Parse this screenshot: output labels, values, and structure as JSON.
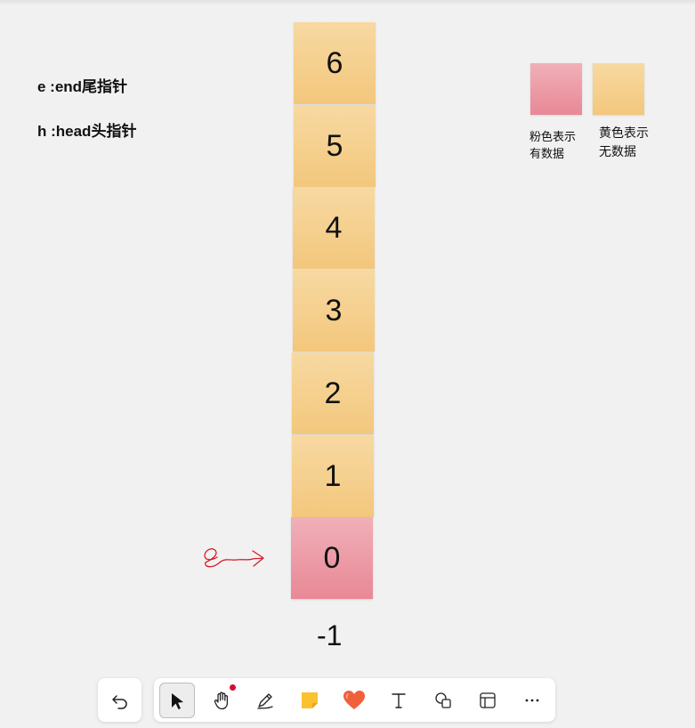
{
  "labels": {
    "end": "e :end尾指针",
    "head": "h :head头指针"
  },
  "stack": [
    {
      "value": "6",
      "state": "empty"
    },
    {
      "value": "5",
      "state": "empty"
    },
    {
      "value": "4",
      "state": "empty"
    },
    {
      "value": "3",
      "state": "empty"
    },
    {
      "value": "2",
      "state": "empty"
    },
    {
      "value": "1",
      "state": "empty"
    },
    {
      "value": "0",
      "state": "filled"
    }
  ],
  "below_label": "-1",
  "legend": {
    "pink_line1": "粉色表示",
    "pink_line2": "有数据",
    "yellow_line1": "黄色表示",
    "yellow_line2": "无数据"
  },
  "colors": {
    "pink": "#e98896",
    "yellow": "#f3c77c",
    "pointer_ink": "#d81b2a"
  },
  "pointer_annotation": "e",
  "toolbar": {
    "tools": [
      "undo-icon",
      "select-icon",
      "hand-icon",
      "pen-icon",
      "sticky-note-icon",
      "heart-sticker-icon",
      "text-icon",
      "shapes-icon",
      "frame-icon",
      "more-icon"
    ],
    "active": "select-icon"
  }
}
